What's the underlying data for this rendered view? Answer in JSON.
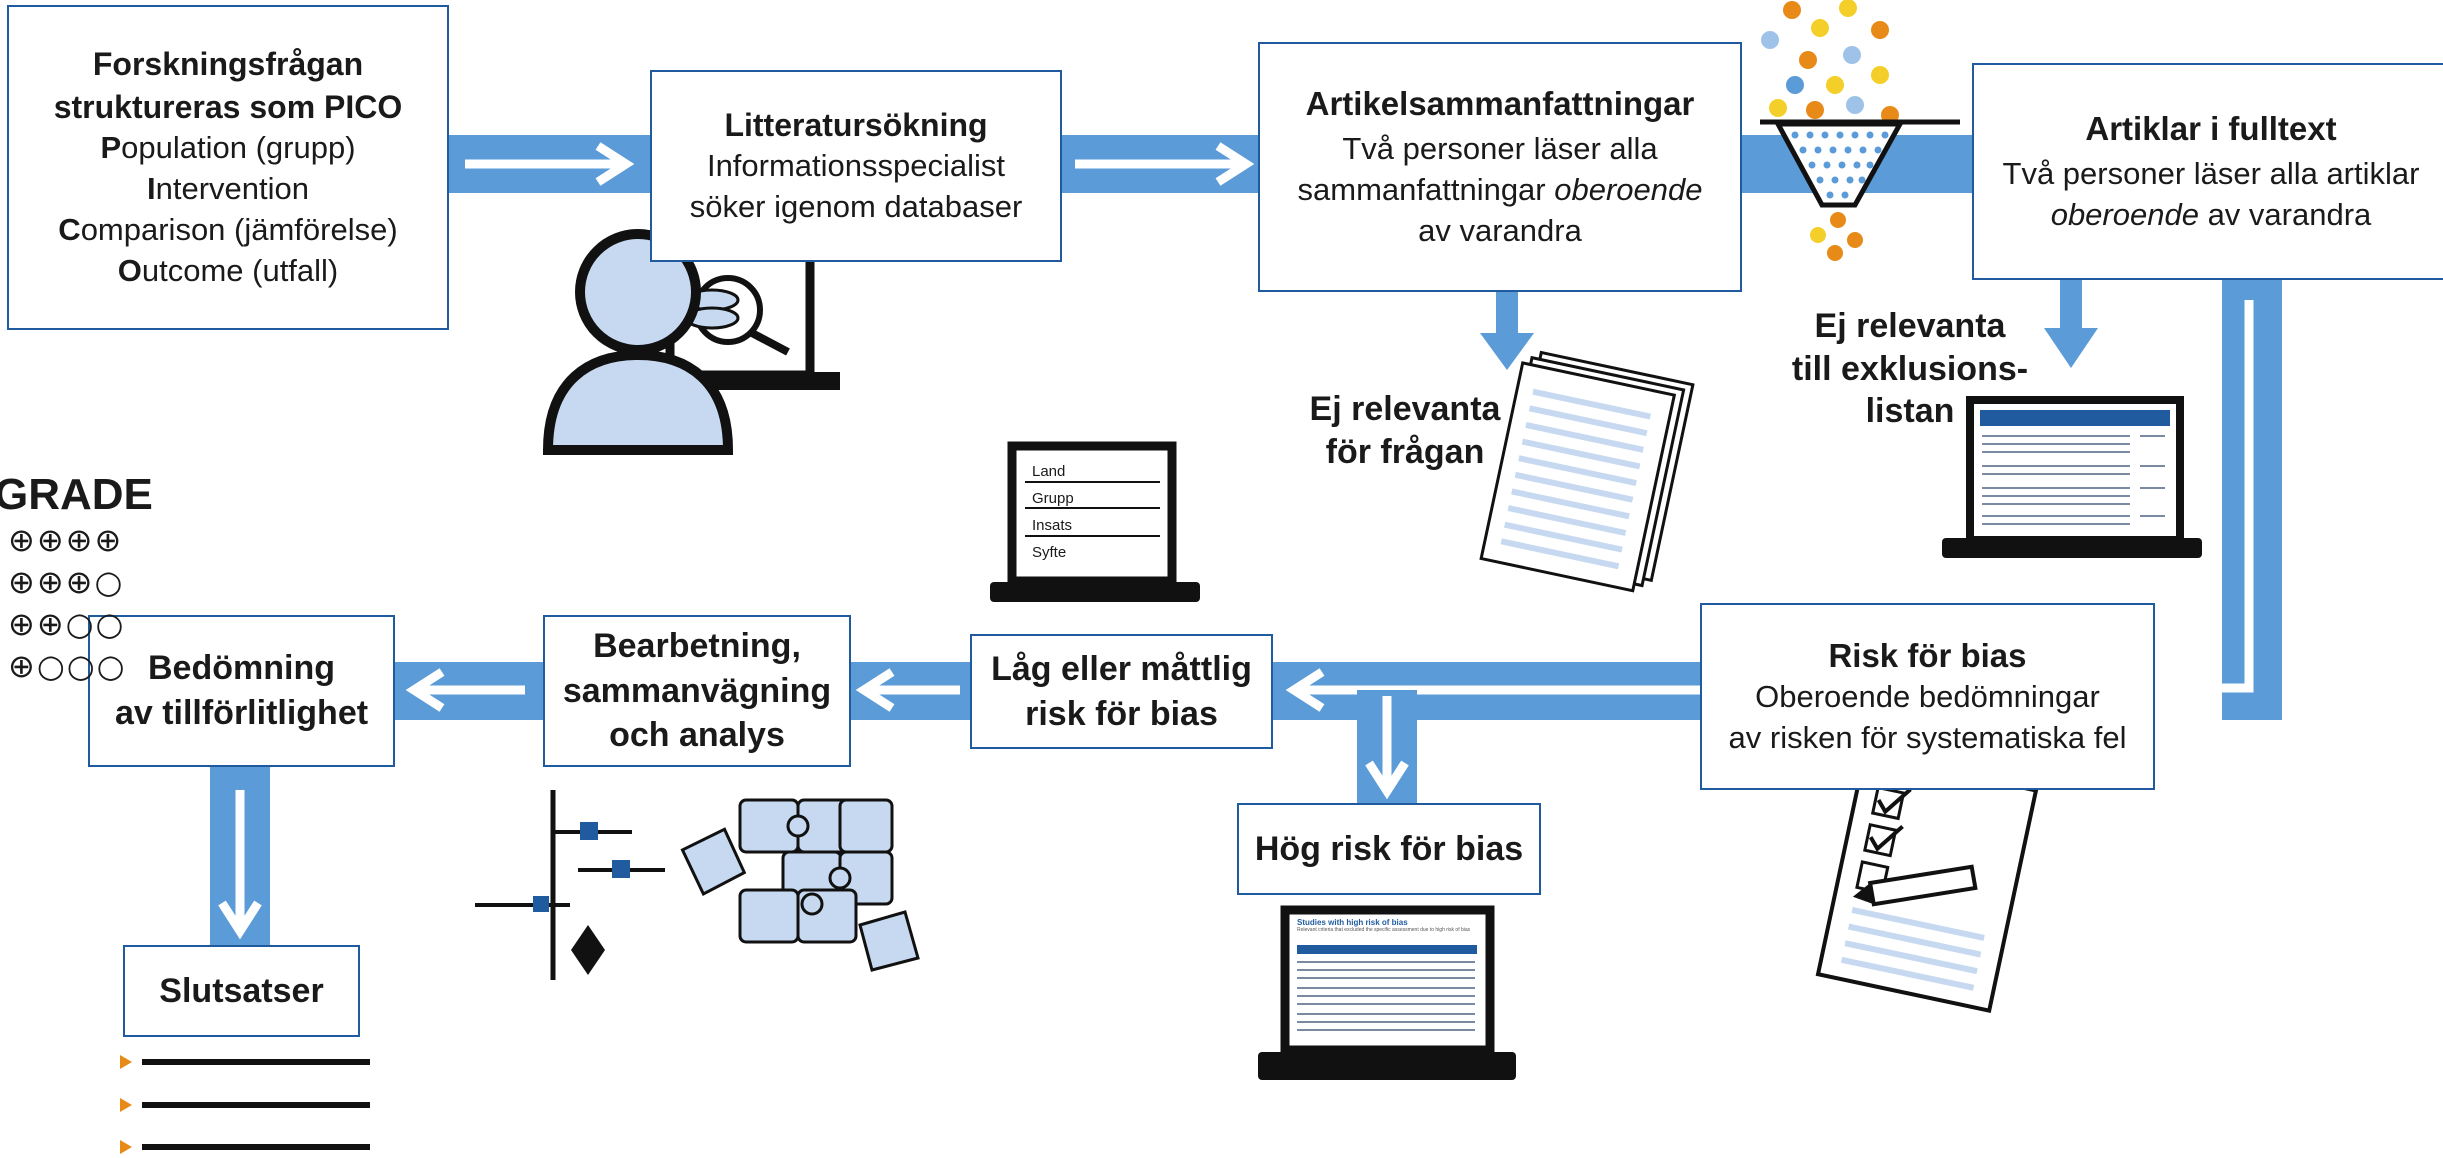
{
  "pico": {
    "title1": "Forskningsfrågan",
    "title2": "struktureras som PICO",
    "rows": [
      {
        "letter": "P",
        "rest": "opulation (grupp)"
      },
      {
        "letter": "I",
        "rest": "ntervention"
      },
      {
        "letter": "C",
        "rest": "omparison (jämförelse)"
      },
      {
        "letter": "O",
        "rest": "utcome (utfall)"
      }
    ]
  },
  "litteratur": {
    "title": "Litteratursökning",
    "line1": "Informationsspecialist",
    "line2": "söker igenom databaser"
  },
  "artikelsamm": {
    "title": "Artikelsammanfattningar",
    "line1": "Två personer läser alla",
    "line2a": "sammanfattningar ",
    "line2b": "oberoende",
    "line3": "av varandra"
  },
  "fulltext": {
    "title": "Artiklar i fulltext",
    "line1": "Två personer läser alla artiklar",
    "line2a": "oberoende",
    "line2b": " av varandra"
  },
  "ej_fragan": {
    "line1": "Ej relevanta",
    "line2": "för frågan"
  },
  "ej_exkl": {
    "line1": "Ej relevanta",
    "line2": "till exklusions-",
    "line3": "listan"
  },
  "risk": {
    "title": "Risk för bias",
    "line1": "Oberoende bedömningar",
    "line2": "av risken för systematiska fel"
  },
  "lag": {
    "line1": "Låg eller måttlig",
    "line2": "risk för bias"
  },
  "hog": {
    "title": "Hög risk för bias"
  },
  "bearb": {
    "line1": "Bearbetning,",
    "line2": "sammanvägning",
    "line3": "och analys"
  },
  "bedom": {
    "line1": "Bedömning",
    "line2": "av tillförlitlighet"
  },
  "slut": {
    "title": "Slutsatser"
  },
  "grade": {
    "title": "GRADE",
    "rows": [
      "⊕⊕⊕⊕",
      "⊕⊕⊕○",
      "⊕⊕○○",
      "⊕○○○"
    ]
  },
  "laptop_list": {
    "items": [
      "Land",
      "Grupp",
      "Insats",
      "Syfte"
    ]
  },
  "laptop_hog": {
    "heading": "Studies with high risk of bias",
    "sub": "Relevant criteria that excluded the specific assessment due to high risk of bias"
  },
  "colors": {
    "flow": "#5b9bd8",
    "border": "#1f5b9e",
    "accent_orange": "#e88a17",
    "light_blue": "#c6d9f0",
    "dark": "#111111"
  }
}
